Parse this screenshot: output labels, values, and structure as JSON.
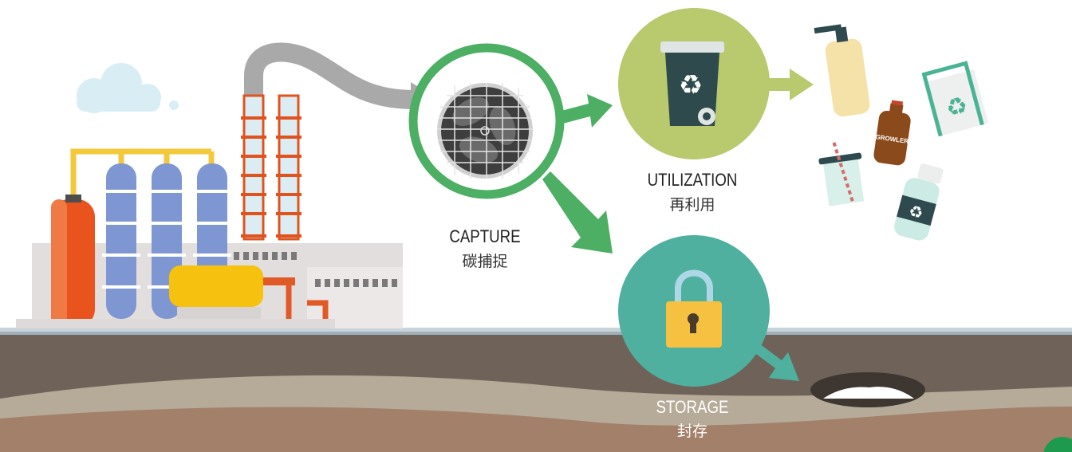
{
  "stages": {
    "capture": {
      "title": "CAPTURE",
      "subtitle": "碳捕捉",
      "color": "#4caf64"
    },
    "utilization": {
      "title": "UTILIZATION",
      "subtitle": "再利用",
      "color": "#b8c96e"
    },
    "storage": {
      "title": "STORAGE",
      "subtitle": "封存",
      "color": "#4fb0a0"
    }
  },
  "products": {
    "growler_label": "GROWLER"
  },
  "colors": {
    "ground": "#6f6259",
    "sand": "#b5ab98",
    "clay": "#a3806a",
    "smoke": "#a9a9a9"
  }
}
